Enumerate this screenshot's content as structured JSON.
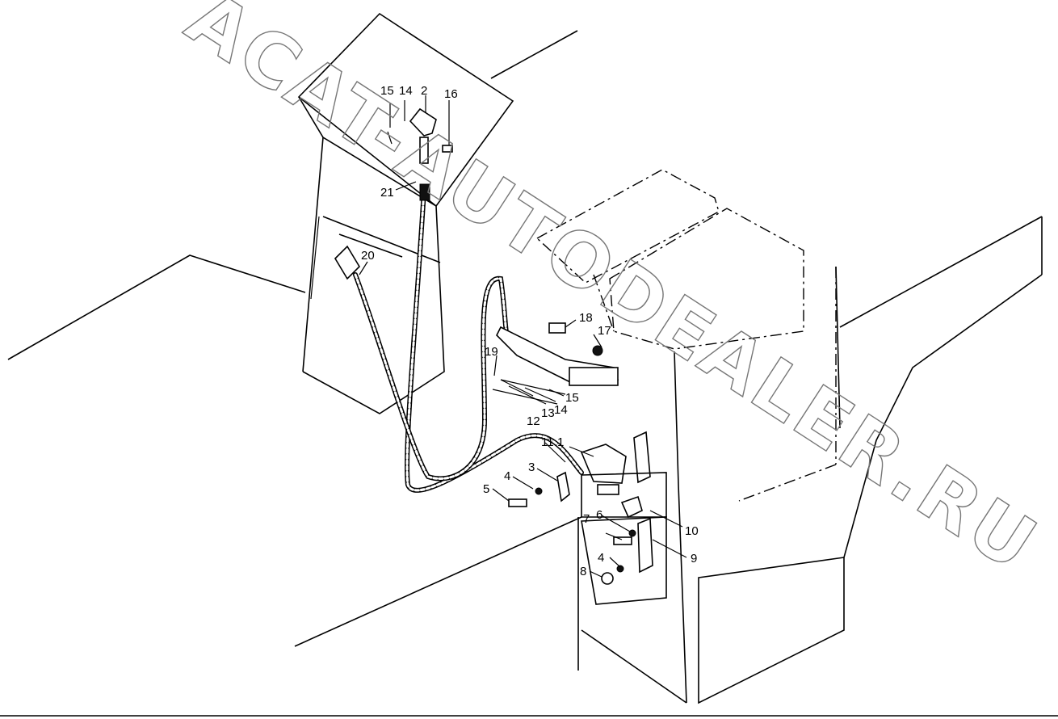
{
  "watermark": "ACAT-AUTODEALER.RU",
  "callouts": {
    "c1": "1",
    "c2": "2",
    "c3": "3",
    "c4a": "4",
    "c4b": "4",
    "c5": "5",
    "c6": "6",
    "c7": "7",
    "c8": "8",
    "c9": "9",
    "c10": "10",
    "c11": "11",
    "c12": "12",
    "c13": "13",
    "c14a": "14",
    "c14b": "14",
    "c15a": "15",
    "c15b": "15",
    "c16": "16",
    "c17": "17",
    "c18": "18",
    "c19": "19",
    "c20": "20",
    "c21": "21"
  }
}
